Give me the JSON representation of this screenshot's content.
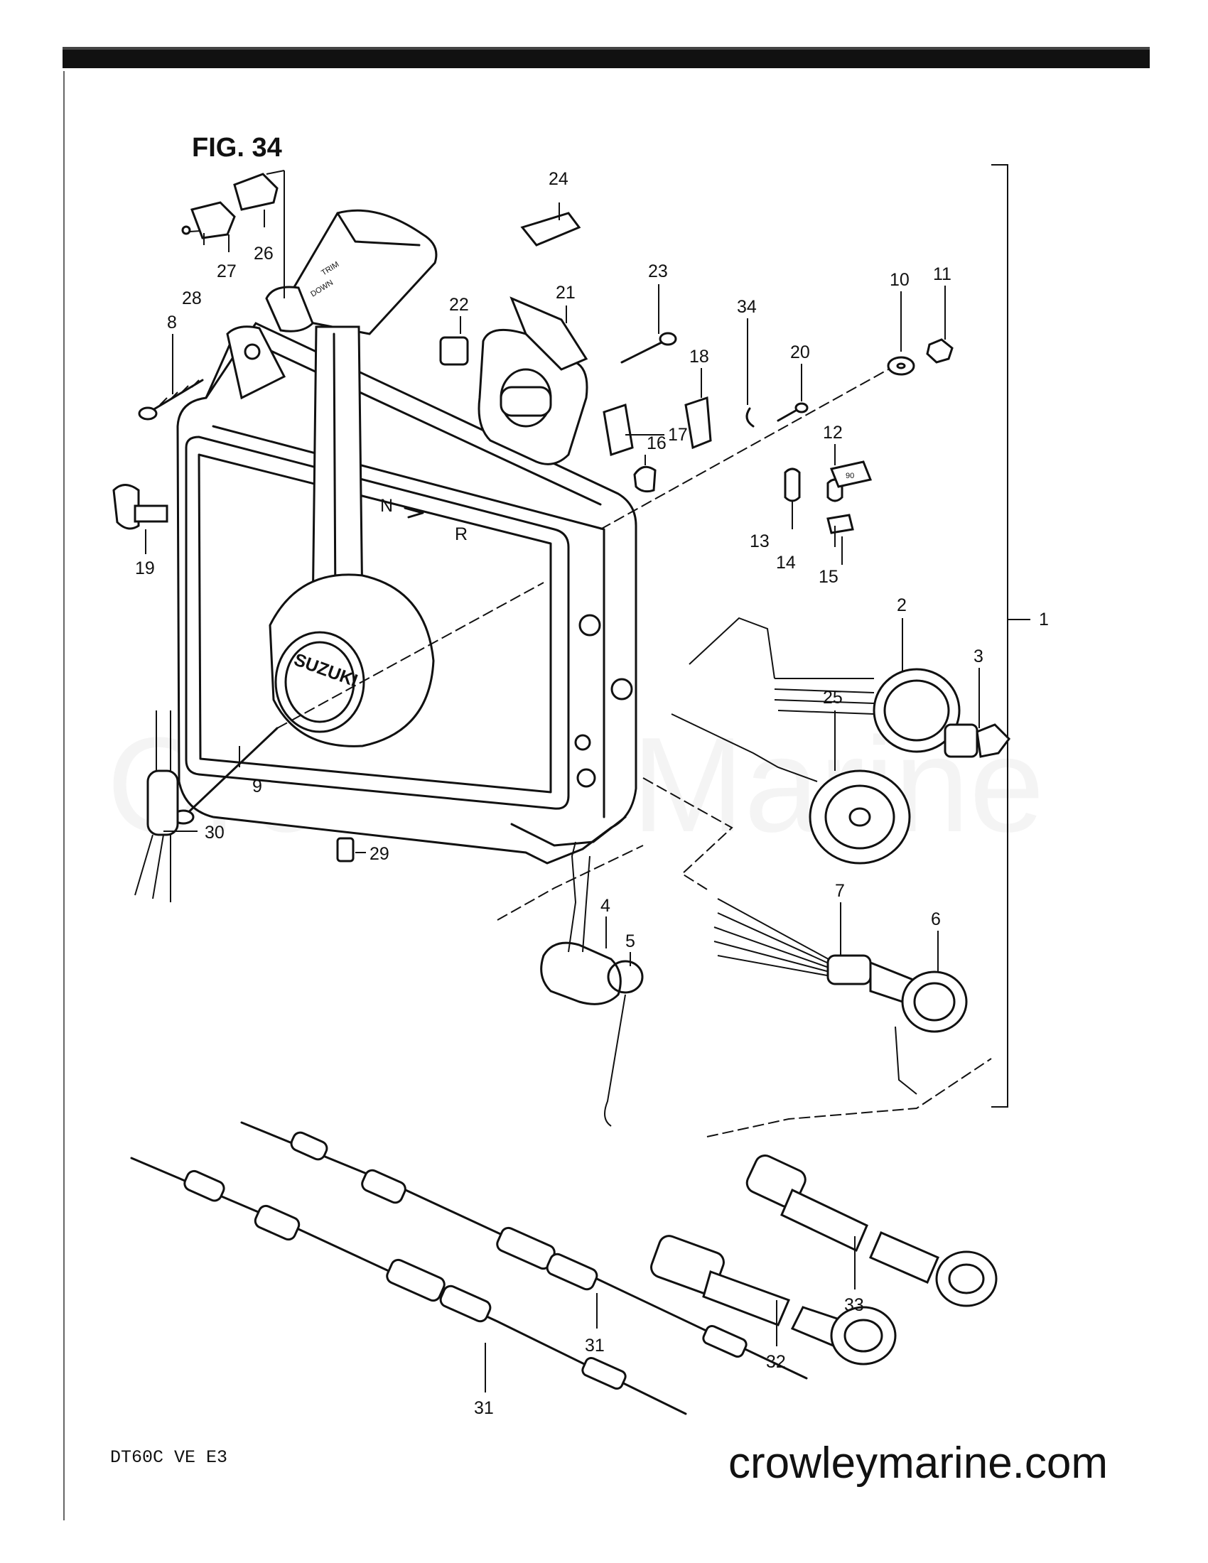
{
  "figure_label": "FIG. 34",
  "model_code": "DT60C VE E3",
  "website": "crowleymarine.com",
  "watermark": "Crowley Marine",
  "handle_labels": {
    "trim": "TRIM",
    "down": "DOWN"
  },
  "box_labels": {
    "n": "N",
    "r": "R"
  },
  "brand": "SUZUKI",
  "spring_pin_text": "90",
  "callouts": [
    {
      "id": "c1",
      "text": "1"
    },
    {
      "id": "c2",
      "text": "2"
    },
    {
      "id": "c3",
      "text": "3"
    },
    {
      "id": "c4",
      "text": "4"
    },
    {
      "id": "c5",
      "text": "5"
    },
    {
      "id": "c6",
      "text": "6"
    },
    {
      "id": "c7",
      "text": "7"
    },
    {
      "id": "c8",
      "text": "8"
    },
    {
      "id": "c9",
      "text": "9"
    },
    {
      "id": "c10",
      "text": "10"
    },
    {
      "id": "c11",
      "text": "11"
    },
    {
      "id": "c12",
      "text": "12"
    },
    {
      "id": "c13",
      "text": "13"
    },
    {
      "id": "c14",
      "text": "14"
    },
    {
      "id": "c15",
      "text": "15"
    },
    {
      "id": "c16",
      "text": "16"
    },
    {
      "id": "c17",
      "text": "17"
    },
    {
      "id": "c18",
      "text": "18"
    },
    {
      "id": "c19",
      "text": "19"
    },
    {
      "id": "c20",
      "text": "20"
    },
    {
      "id": "c21",
      "text": "21"
    },
    {
      "id": "c22",
      "text": "22"
    },
    {
      "id": "c23",
      "text": "23"
    },
    {
      "id": "c24",
      "text": "24"
    },
    {
      "id": "c25",
      "text": "25"
    },
    {
      "id": "c26",
      "text": "26"
    },
    {
      "id": "c27",
      "text": "27"
    },
    {
      "id": "c28",
      "text": "28"
    },
    {
      "id": "c29",
      "text": "29"
    },
    {
      "id": "c30",
      "text": "30"
    },
    {
      "id": "c31a",
      "text": "31"
    },
    {
      "id": "c31b",
      "text": "31"
    },
    {
      "id": "c32",
      "text": "32"
    },
    {
      "id": "c33",
      "text": "33"
    },
    {
      "id": "c34",
      "text": "34"
    }
  ]
}
